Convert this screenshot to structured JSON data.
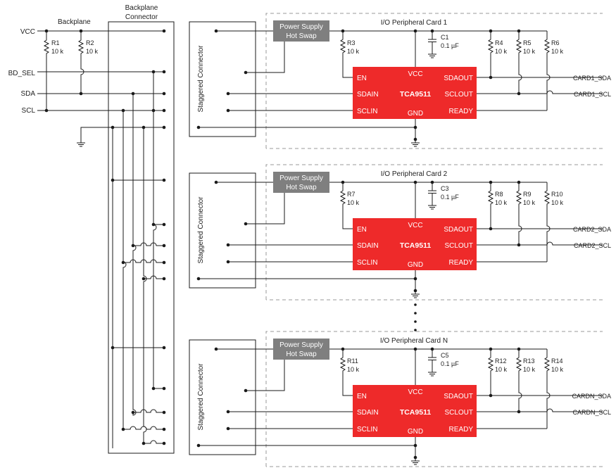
{
  "backplane": {
    "title": "Backplane",
    "signals": [
      "VCC",
      "BD_SEL",
      "SDA",
      "SCL"
    ],
    "resistors": [
      {
        "ref": "R1",
        "value": "10 k"
      },
      {
        "ref": "R2",
        "value": "10 k"
      }
    ]
  },
  "connector": {
    "title_line1": "Backplane",
    "title_line2": "Connector"
  },
  "cards": [
    {
      "title": "I/O Peripheral Card 1",
      "staggered_label": "Staggered Connector",
      "hotswap_line1": "Power Supply",
      "hotswap_line2": "Hot Swap",
      "cap": {
        "ref": "C1",
        "value": "0.1 µF"
      },
      "r_in": {
        "ref": "R3",
        "value": "10 k"
      },
      "r_out": [
        {
          "ref": "R4",
          "value": "10 k"
        },
        {
          "ref": "R5",
          "value": "10 k"
        },
        {
          "ref": "R6",
          "value": "10 k"
        }
      ],
      "out_sda": "CARD1_SDA",
      "out_scl": "CARD1_SCL"
    },
    {
      "title": "I/O Peripheral Card 2",
      "staggered_label": "Staggered Connector",
      "hotswap_line1": "Power Supply",
      "hotswap_line2": "Hot Swap",
      "cap": {
        "ref": "C3",
        "value": "0.1 µF"
      },
      "r_in": {
        "ref": "R7",
        "value": "10 k"
      },
      "r_out": [
        {
          "ref": "R8",
          "value": "10 k"
        },
        {
          "ref": "R9",
          "value": "10 k"
        },
        {
          "ref": "R10",
          "value": "10 k"
        }
      ],
      "out_sda": "CARD2_SDA",
      "out_scl": "CARD2_SCL"
    },
    {
      "title": "I/O Peripheral Card N",
      "staggered_label": "Staggered Connector",
      "hotswap_line1": "Power Supply",
      "hotswap_line2": "Hot Swap",
      "cap": {
        "ref": "C5",
        "value": "0.1 µF"
      },
      "r_in": {
        "ref": "R11",
        "value": "10 k"
      },
      "r_out": [
        {
          "ref": "R12",
          "value": "10 k"
        },
        {
          "ref": "R13",
          "value": "10 k"
        },
        {
          "ref": "R14",
          "value": "10 k"
        }
      ],
      "out_sda": "CARDN_SDA",
      "out_scl": "CARDN_SCL"
    }
  ],
  "ic": {
    "name": "TCA9511",
    "pins": {
      "en": "EN",
      "vcc": "VCC",
      "sdaout": "SDAOUT",
      "sdain": "SDAIN",
      "sclout": "SCLOUT",
      "sclin": "SCLIN",
      "gnd": "GND",
      "ready": "READY"
    }
  },
  "colors": {
    "ic_fill": "#ee2a2a",
    "hotswap_fill": "#7f7f7f",
    "dash": "#9a9a9a",
    "wire": "#1a1a1a"
  }
}
